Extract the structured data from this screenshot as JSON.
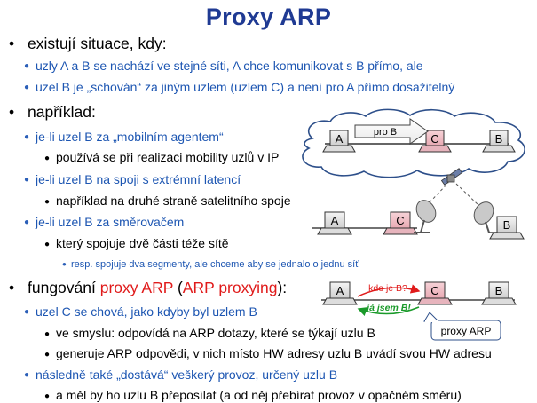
{
  "title": "Proxy ARP",
  "content": {
    "s1": {
      "head": "existují situace, kdy:",
      "items": [
        "uzly A a B se nachází ve stejné síti, A chce komunikovat s B přímo, ale",
        "uzel B je „schován“ za jiným uzlem (uzlem C) a není pro A přímo dosažitelný"
      ]
    },
    "s2": {
      "head": "například:",
      "i1": "je-li uzel B za „mobilním agentem“",
      "i1_sub": "používá se při realizaci mobility uzlů v IP",
      "i2": "je-li uzel B na spoji s extrémní latencí",
      "i2_sub": "například na druhé straně satelitního spoje",
      "i3": "je-li uzel B za směrovačem",
      "i3_sub": "který spojuje dvě části téže sítě",
      "i3_subsub": "resp. spojuje dva segmenty, ale chceme aby se jednalo o jednu síť"
    },
    "s3": {
      "head_a": "fungování ",
      "head_b": "proxy ARP",
      "head_c": " (",
      "head_d": "ARP proxying",
      "head_e": "):",
      "i1": "uzel C se chová, jako kdyby byl uzlem B",
      "i1_sub1": "ve smyslu: odpovídá na ARP dotazy, které se týkají uzlu B",
      "i1_sub2": "generuje ARP odpovědi, v nich místo HW adresy uzlu B uvádí svou HW adresu",
      "i2": "následně také „dostává“ veškerý provoz, určený uzlu B",
      "i2_sub": "a měl by ho uzlu B přeposílat (a od něj přebírat provoz v opačném směru)"
    }
  },
  "diagrams": {
    "d1": {
      "a": "A",
      "c": "C",
      "b": "B",
      "arrow": "pro B"
    },
    "d2": {
      "a": "A",
      "c": "C",
      "b": "B"
    },
    "d3": {
      "a": "A",
      "c": "C",
      "b": "B",
      "ask": "kdo je B?",
      "reply": "já jsem B!",
      "label": "proxy ARP"
    }
  },
  "colors": {
    "title": "#1f3a93",
    "accent": "#e01b1b",
    "bullet": "#2b5fb8",
    "reply": "#1a9a2a"
  }
}
